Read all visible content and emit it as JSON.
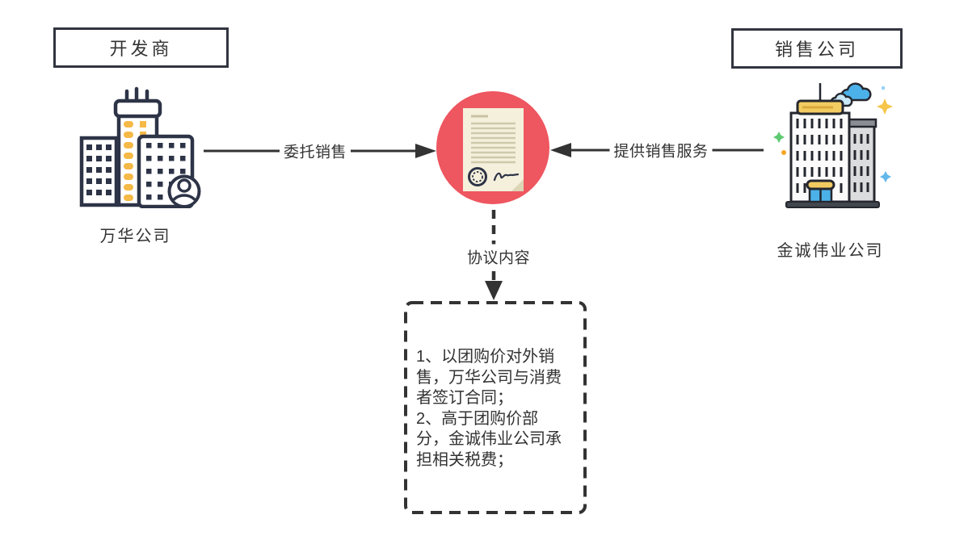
{
  "nodes": {
    "developer": {
      "role_label": "开发商",
      "company_label": "万华公司",
      "icon": "city-buildings-with-person-icon"
    },
    "seller": {
      "role_label": "销售公司",
      "company_label": "金诚伟业公司",
      "icon": "office-tower-icon"
    },
    "contract": {
      "icon": "contract-document-icon"
    }
  },
  "edges": {
    "entrust": {
      "label": "委托销售"
    },
    "service": {
      "label": "提供销售服务"
    },
    "agreement": {
      "label": "协议内容"
    }
  },
  "agreement_box": {
    "text": "1、以团购价对外销\n售，万华公司与消费\n者签订合同；\n2、高于团购价部\n分，金诚伟业公司承\n担相关税费；"
  },
  "colors": {
    "accent_red": "#ee5660",
    "line_dark": "#333333",
    "outline_navy": "#2e3447",
    "window_yellow": "#f5b947",
    "roof_yellow": "#f3cc61",
    "sky_blue": "#4cb1e9",
    "paper_cream": "#f4f0dc"
  }
}
